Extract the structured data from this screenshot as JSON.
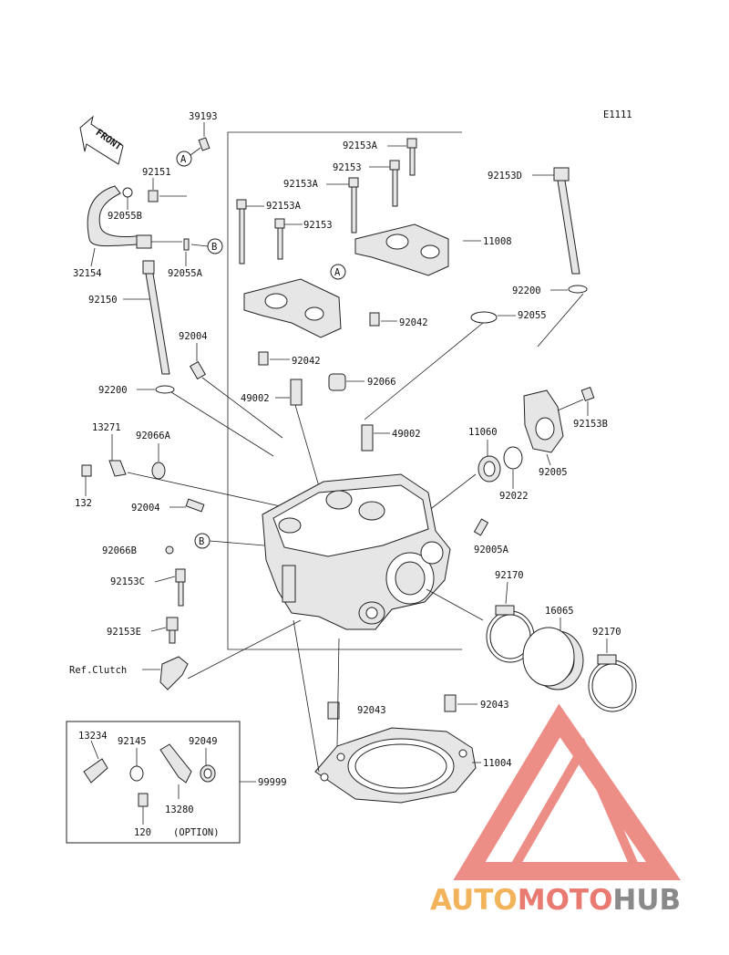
{
  "diagram_code": "E1111",
  "front_label": "FRONT",
  "ref_clutch": "Ref.Clutch",
  "option_label": "(OPTION)",
  "callouts": {
    "a": "A",
    "b": "B"
  },
  "parts": {
    "p39193": "39193",
    "p92151": "92151",
    "p92055B": "92055B",
    "p32154": "32154",
    "p92055A": "92055A",
    "p92150": "92150",
    "p92153A_1": "92153A",
    "p92153_1": "92153",
    "p92153A_2": "92153A",
    "p92153A_3": "92153A",
    "p92153_2": "92153",
    "p11008": "11008",
    "p92153D": "92153D",
    "p92200_1": "92200",
    "p92055": "92055",
    "p92042_1": "92042",
    "p92042_2": "92042",
    "p92004_1": "92004",
    "p92200_2": "92200",
    "p49002_1": "49002",
    "p92066": "92066",
    "p92153B": "92153B",
    "p13271": "13271",
    "p92066A": "92066A",
    "p49002_2": "49002",
    "p11060": "11060",
    "p92005": "92005",
    "p92022": "92022",
    "p132": "132",
    "p92004_2": "92004",
    "p92005A": "92005A",
    "p92066B": "92066B",
    "p92153C": "92153C",
    "p92170_1": "92170",
    "p16065": "16065",
    "p92170_2": "92170",
    "p92153E": "92153E",
    "p92043_1": "92043",
    "p92043_2": "92043",
    "p11004": "11004",
    "p13234": "13234",
    "p92145": "92145",
    "p92049": "92049",
    "p99999": "99999",
    "p13280": "13280",
    "p120": "120"
  },
  "watermark": {
    "part1": "AUTO",
    "part2": "MOTO",
    "part3": "HUB"
  },
  "colors": {
    "auto": "#f2b35a",
    "moto": "#e97a72",
    "hub": "#8a8a8a",
    "logo_triangle": "#e97a72"
  }
}
